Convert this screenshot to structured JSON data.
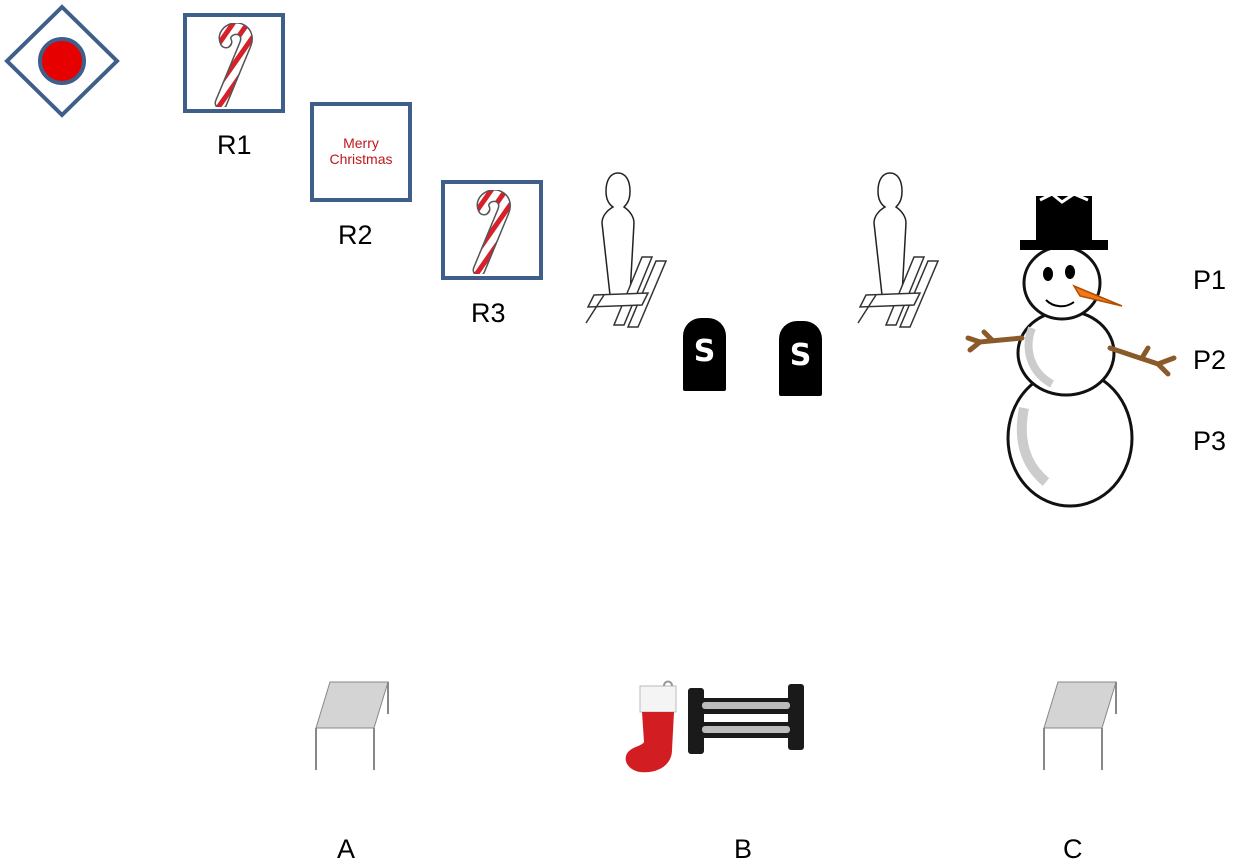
{
  "legend": {
    "marker_icon": "diamond-target-icon",
    "colors": {
      "frame": "#3f5e8a",
      "target_dot": "#e60000"
    }
  },
  "targets": {
    "r1": {
      "label": "R1",
      "icon": "candy-cane-icon"
    },
    "r2": {
      "label": "R2",
      "icon": "merry-christmas-card-icon",
      "card_line1": "Merry",
      "card_line2": "Christmas"
    },
    "r3": {
      "label": "R3",
      "icon": "candy-cane-icon"
    },
    "silhouettes": [
      {
        "icon": "silhouette-target-icon"
      },
      {
        "icon": "silhouette-target-icon"
      }
    ],
    "steel": [
      {
        "icon": "steel-target-icon",
        "letter": "S"
      },
      {
        "icon": "steel-target-icon",
        "letter": "S"
      }
    ],
    "snowman": {
      "icon": "snowman-icon",
      "positions": [
        "P1",
        "P2",
        "P3"
      ]
    }
  },
  "stations": [
    {
      "label": "A",
      "icon": "table-icon"
    },
    {
      "label": "B",
      "icons": [
        "stocking-icon",
        "barricade-icon"
      ]
    },
    {
      "label": "C",
      "icon": "table-icon"
    }
  ]
}
